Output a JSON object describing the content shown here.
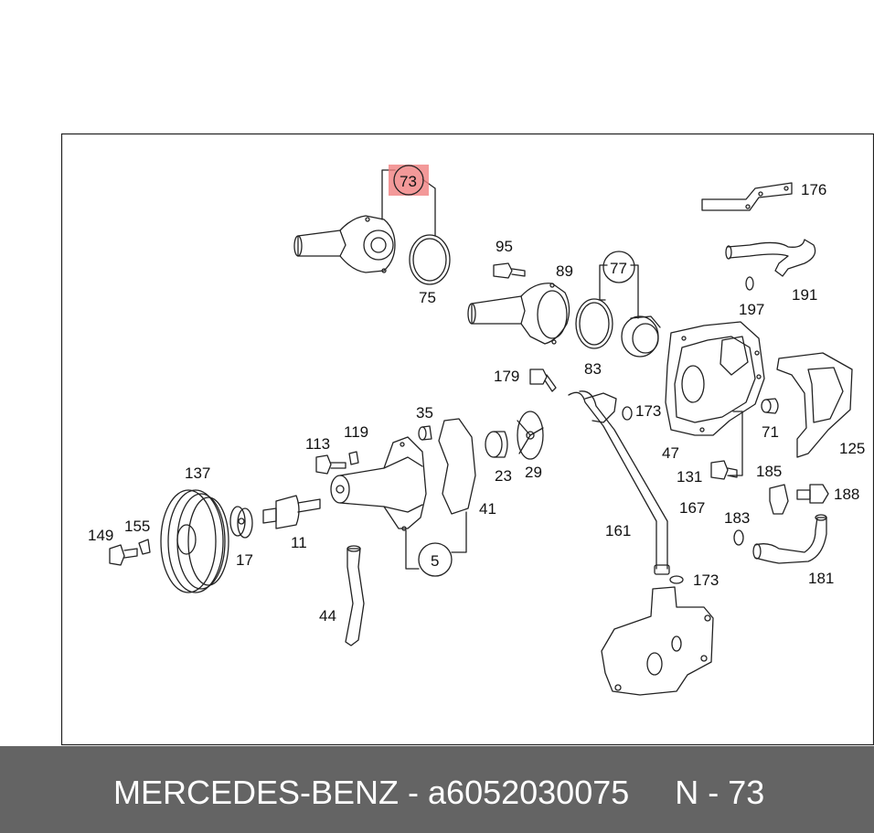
{
  "diagram": {
    "highlight_color": "#f08080",
    "highlighted_callout": "73",
    "labels": {
      "n73": "73",
      "n75": "75",
      "n95": "95",
      "n89": "89",
      "n77": "77",
      "n83": "83",
      "n176": "176",
      "n191": "191",
      "n197": "197",
      "n179": "179",
      "n173a": "173",
      "n35": "35",
      "n119": "119",
      "n113": "113",
      "n137": "137",
      "n23": "23",
      "n29": "29",
      "n41": "41",
      "n5": "5",
      "n71": "71",
      "n47": "47",
      "n125": "125",
      "n131": "131",
      "n185": "185",
      "n188": "188",
      "n167": "167",
      "n183": "183",
      "n161": "161",
      "n181": "181",
      "n173b": "173",
      "n149": "149",
      "n155": "155",
      "n17": "17",
      "n11": "11",
      "n44": "44"
    }
  },
  "footer": {
    "text": "MERCEDES-BENZ - a6052030075     N - 73"
  }
}
